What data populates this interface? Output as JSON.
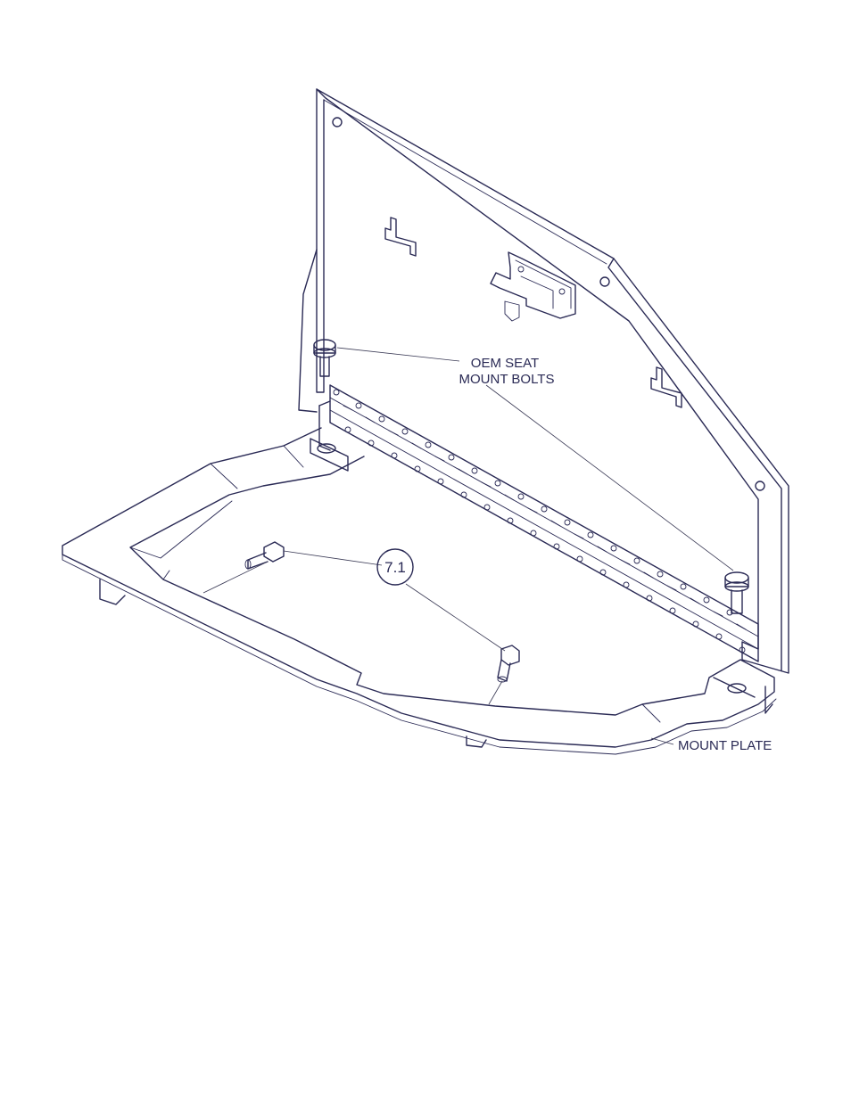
{
  "labels": {
    "seat_bolts_line1": "OEM SEAT",
    "seat_bolts_line2": "MOUNT BOLTS",
    "mount_plate": "MOUNT PLATE",
    "callout": "7.1"
  },
  "colors": {
    "line": "#2a2a55",
    "background": "#ffffff"
  }
}
